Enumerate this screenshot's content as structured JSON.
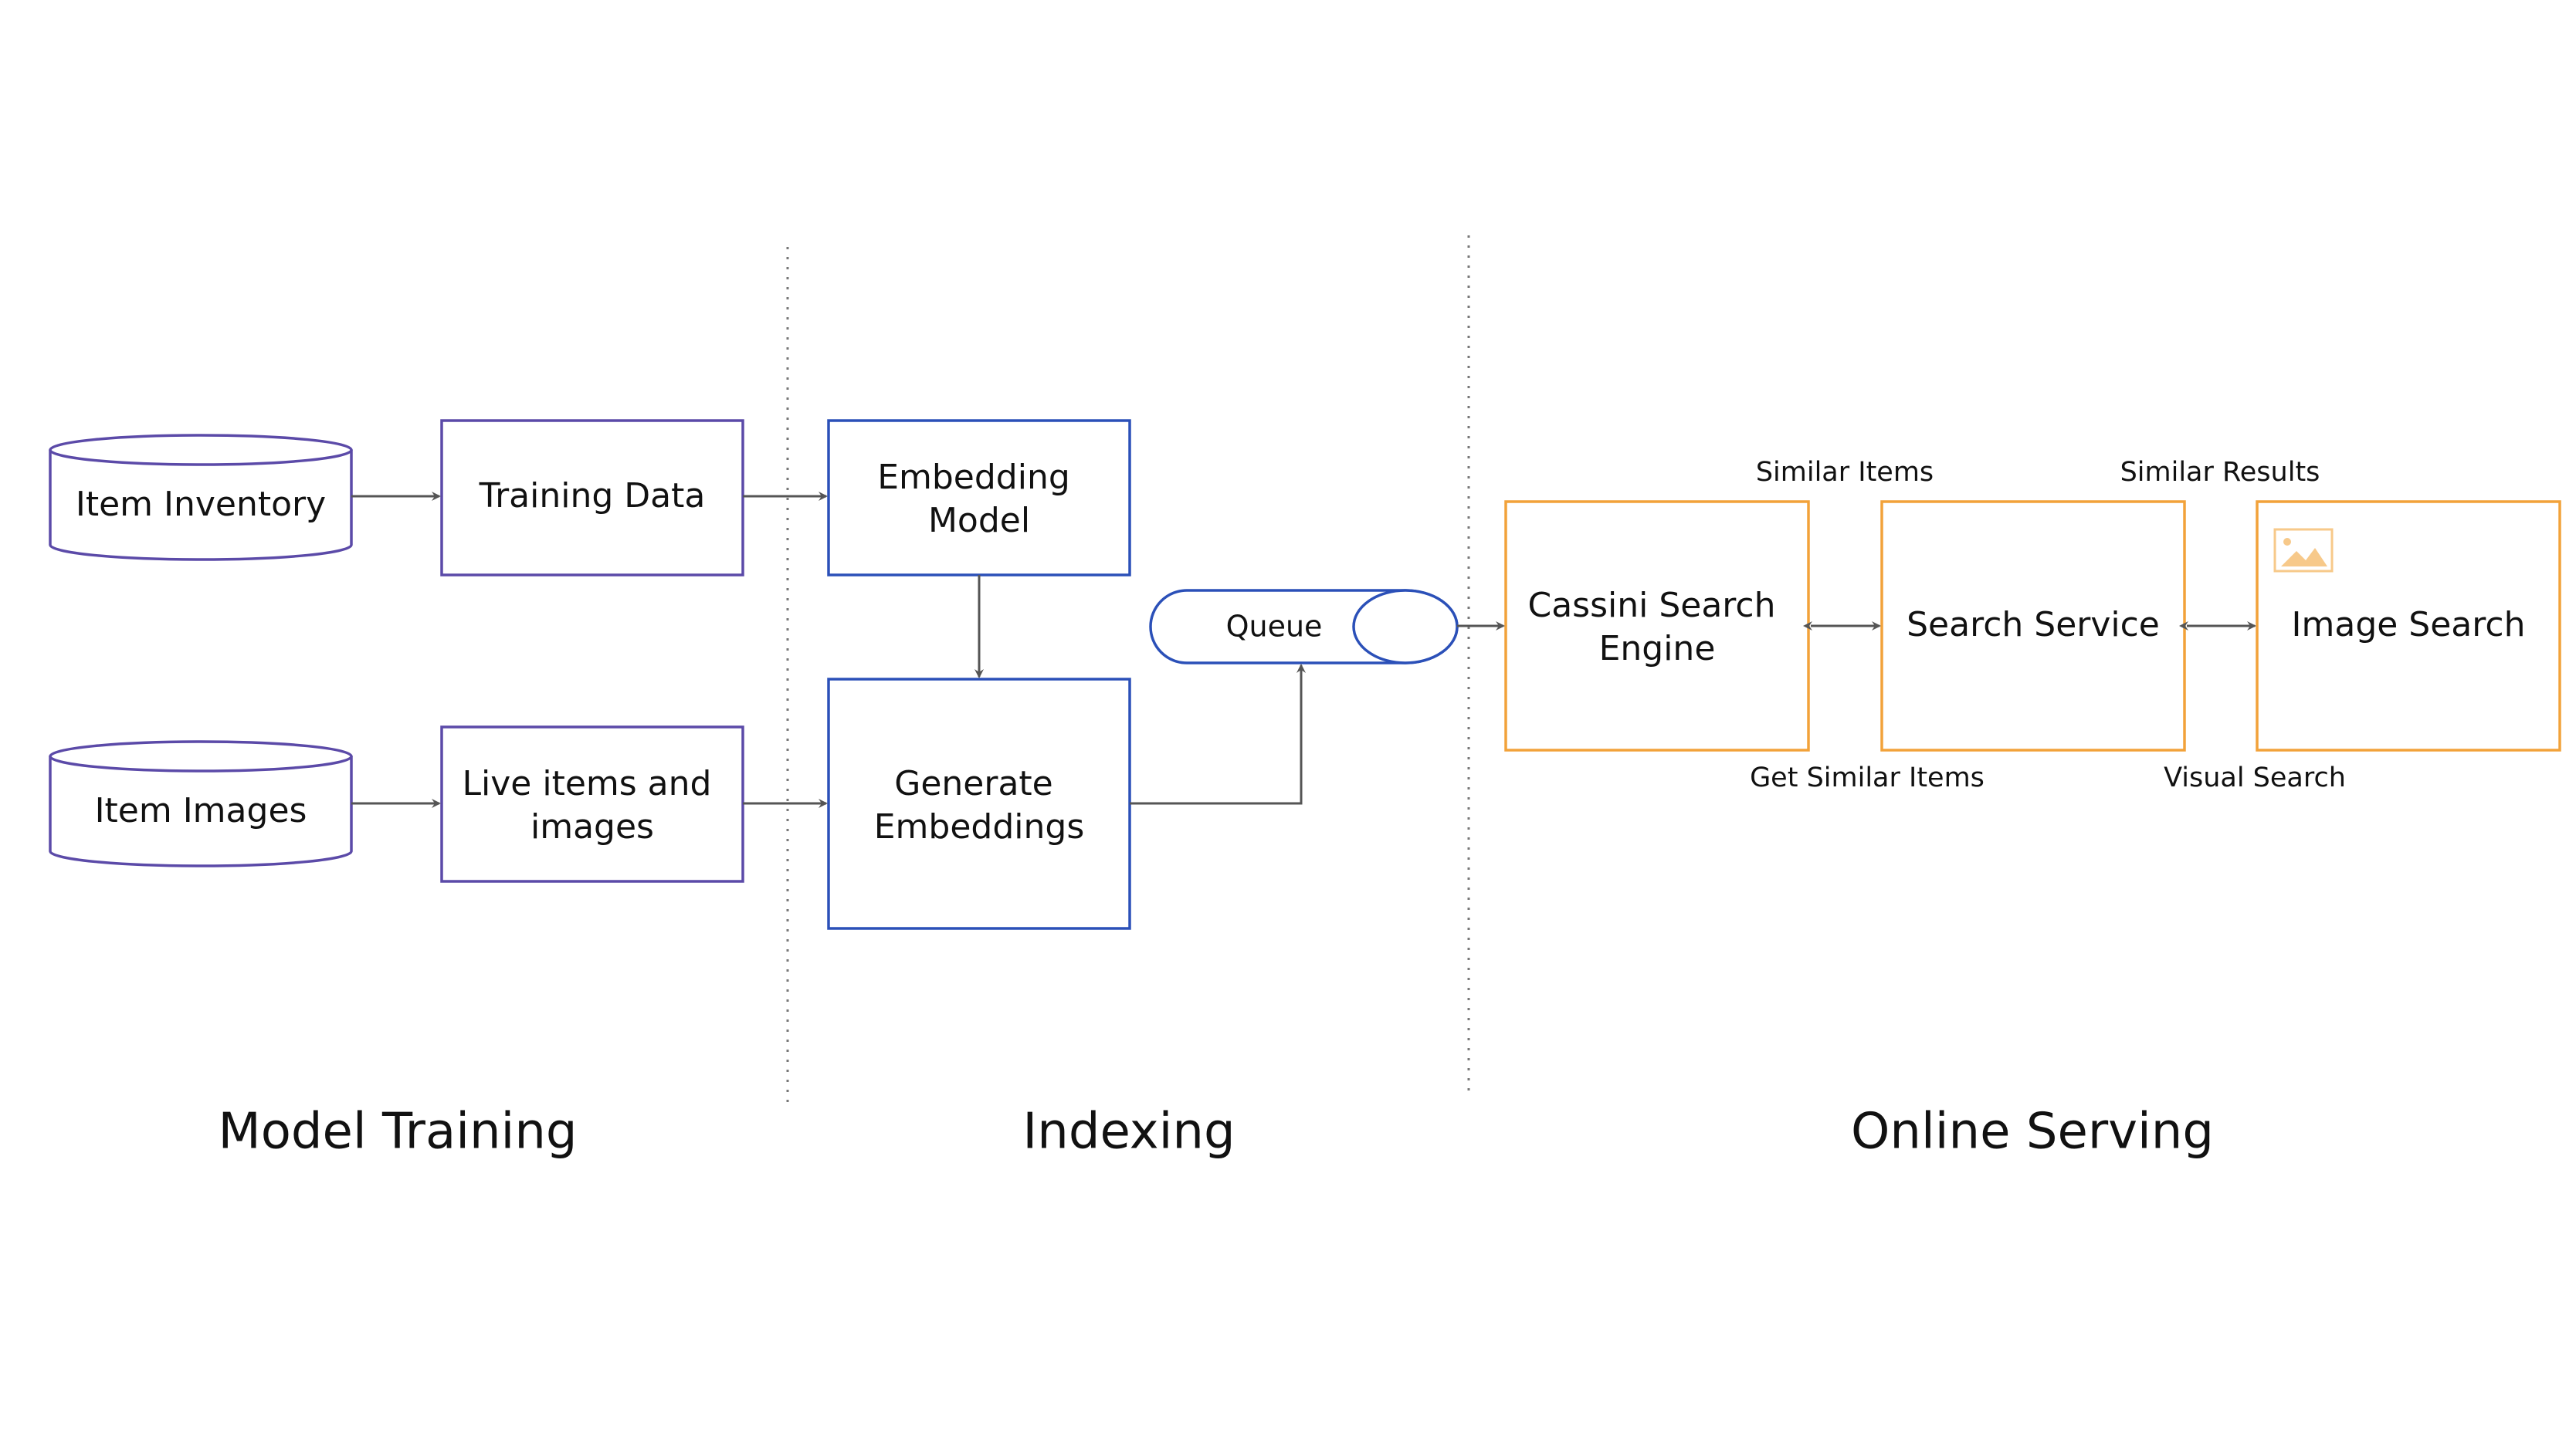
{
  "colors": {
    "training": "#5b4aa8",
    "indexing": "#2b50b8",
    "serving": "#f2a23a",
    "edge": "#555555",
    "divider": "#777777",
    "text": "#111111"
  },
  "nodes": {
    "item_inventory": "Item Inventory",
    "training_data": "Training Data",
    "item_images": "Item Images",
    "live_items": [
      "Live items and",
      "images"
    ],
    "embedding_model": [
      "Embedding",
      "Model"
    ],
    "generate_embeddings": [
      "Generate",
      "Embeddings"
    ],
    "queue": "Queue",
    "cassini": [
      "Cassini Search",
      "Engine"
    ],
    "search_service": "Search Service",
    "image_search": "Image Search"
  },
  "edge_labels": {
    "similar_items": "Similar Items",
    "get_similar_items": "Get Similar Items",
    "similar_results": "Similar Results",
    "visual_search": "Visual Search"
  },
  "sections": {
    "model_training": "Model Training",
    "indexing": "Indexing",
    "online_serving": "Online Serving"
  },
  "icons": {
    "image_search_icon": "image-icon"
  }
}
